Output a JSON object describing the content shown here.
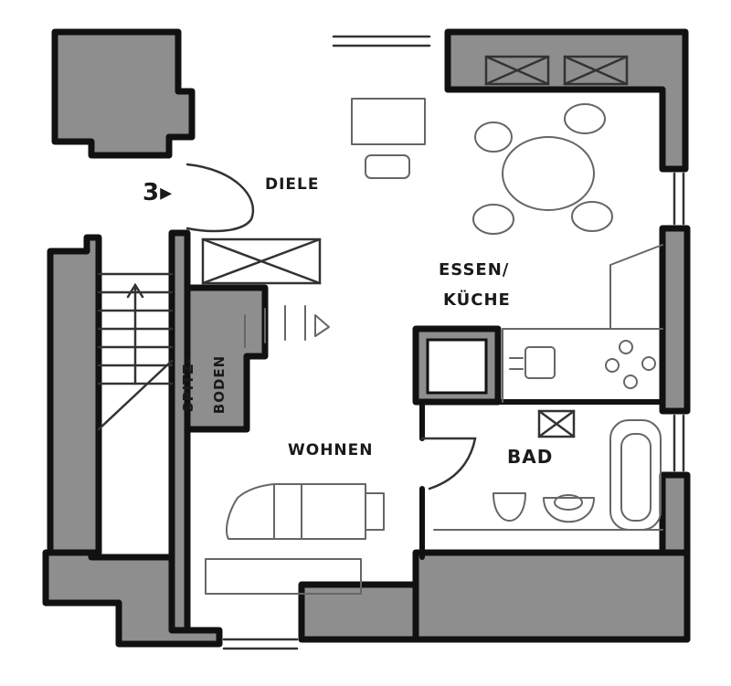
{
  "colors": {
    "wall_fill": "#8e8e8e",
    "wall_line": "#111111",
    "pencil": "#666666",
    "background": "#ffffff"
  },
  "labels": {
    "entry_marker": "3▸",
    "diele": "DIELE",
    "essen": "ESSEN/",
    "kueche": "KÜCHE",
    "spitz": "SPITZ-",
    "boden": "BODEN",
    "wohnen": "WOHNEN",
    "bad": "BAD"
  }
}
